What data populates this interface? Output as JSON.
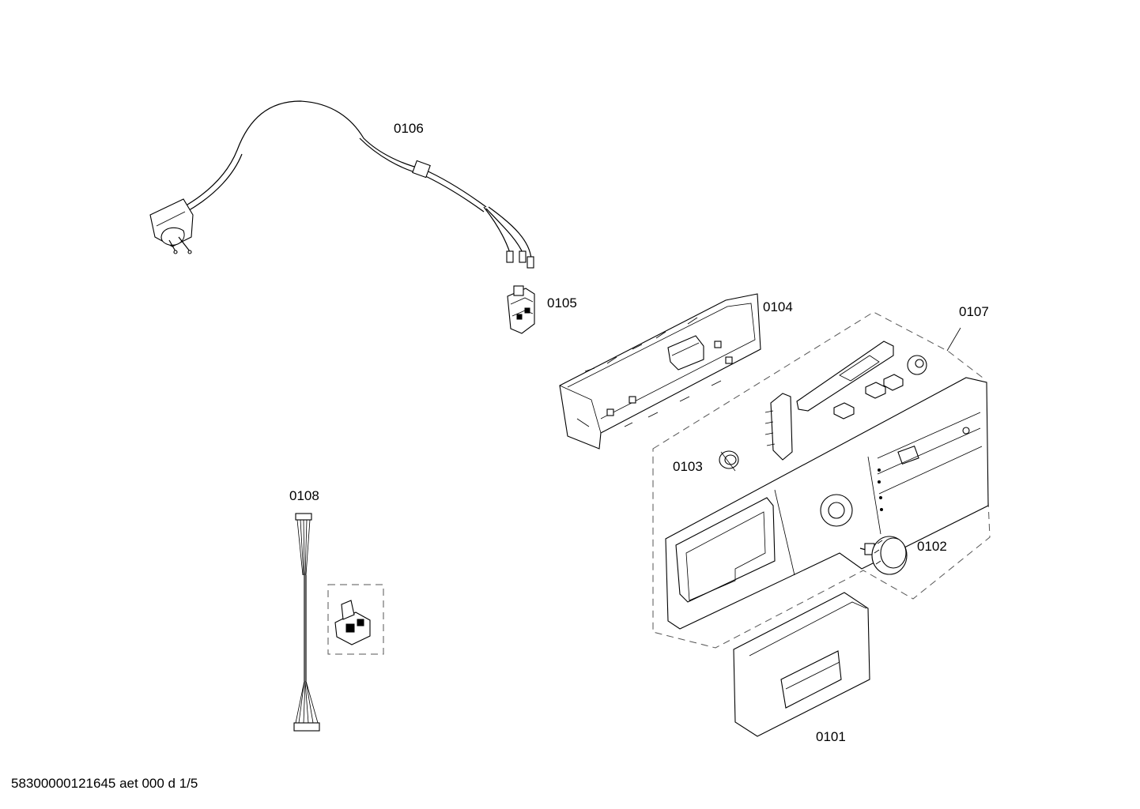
{
  "diagram": {
    "parts": [
      {
        "id": "p0101",
        "label": "0101"
      },
      {
        "id": "p0102",
        "label": "0102"
      },
      {
        "id": "p0103",
        "label": "0103"
      },
      {
        "id": "p0104",
        "label": "0104"
      },
      {
        "id": "p0105",
        "label": "0105"
      },
      {
        "id": "p0106",
        "label": "0106"
      },
      {
        "id": "p0107",
        "label": "0107"
      },
      {
        "id": "p0108",
        "label": "0108"
      }
    ],
    "footer": "58300000121645 aet 000 d 1/5"
  }
}
